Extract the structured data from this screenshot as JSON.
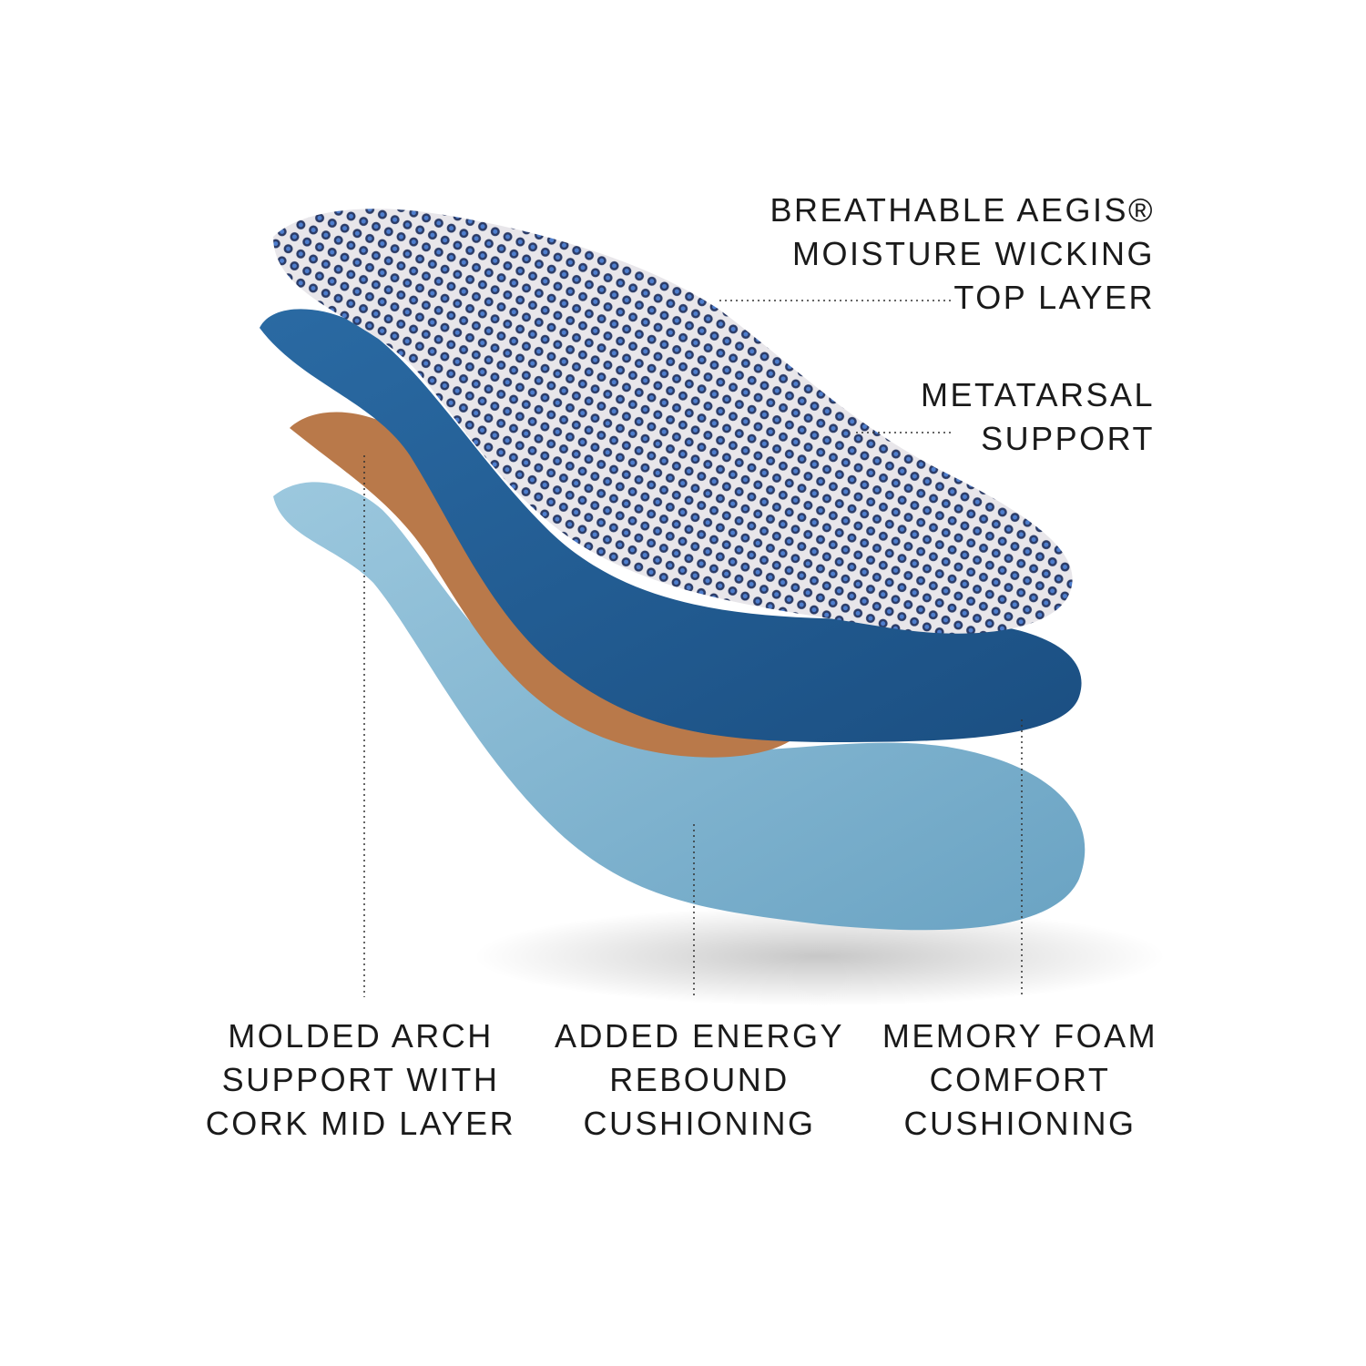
{
  "labels": {
    "top_layer": [
      "BREATHABLE AEGIS®",
      "MOISTURE WICKING",
      "TOP LAYER"
    ],
    "metatarsal": [
      "METATARSAL",
      "SUPPORT"
    ],
    "arch": [
      "MOLDED ARCH",
      "SUPPORT WITH",
      "CORK MID LAYER"
    ],
    "energy": [
      "ADDED ENERGY",
      "REBOUND",
      "CUSHIONING"
    ],
    "memory": [
      "MEMORY FOAM",
      "COMFORT",
      "CUSHIONING"
    ]
  },
  "colors": {
    "top_fabric": "#2a3550",
    "dark_blue_layer": "#1f5a92",
    "cork_layer": "#b9794a",
    "light_blue_layer": "#7fb5d0",
    "text": "#1a1a1a"
  }
}
